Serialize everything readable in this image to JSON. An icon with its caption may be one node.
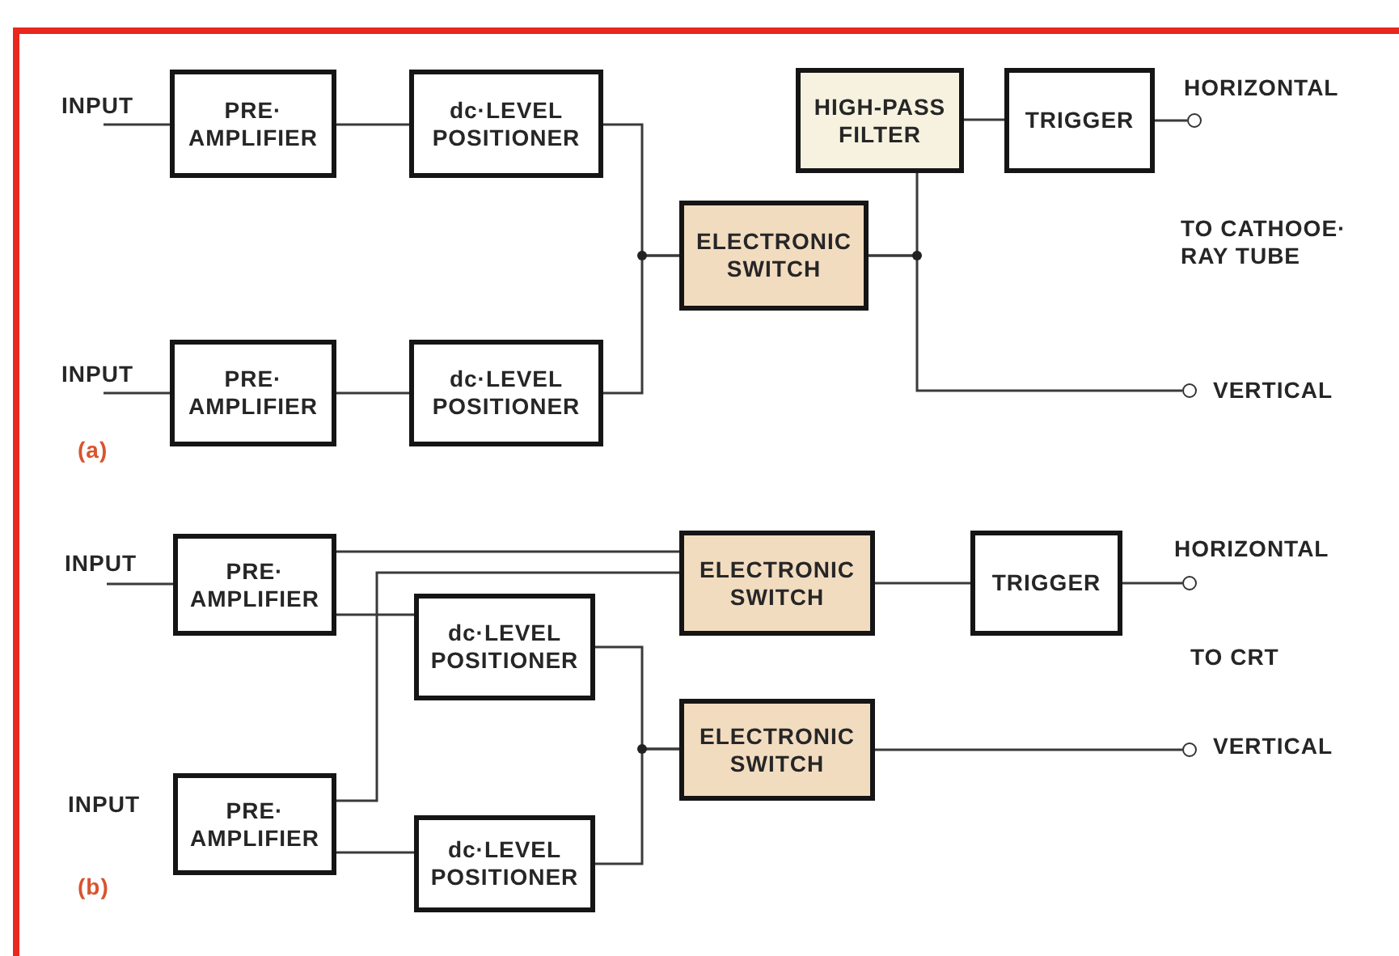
{
  "diagram": {
    "nodes": [
      {
        "text": [
          "INPUT"
        ]
      },
      {
        "text": [
          "PRE· AMPLIFIER"
        ]
      },
      {
        "text": [
          "dc·LEVEL POSITIONER"
        ]
      },
      {
        "text": [
          "INPUT"
        ]
      },
      {
        "text": [
          "PRE· AMPLIFIER"
        ]
      },
      {
        "text": [
          "dc·LEVEL POSITIONER"
        ]
      },
      {
        "text": [
          "ELECTRONIC SWITCH"
        ]
      },
      {
        "text": [
          "HIGH-PASS FILTER"
        ]
      },
      {
        "text": [
          "TRIGGER"
        ]
      },
      {
        "text": [],
        "shape": "circle",
        "beside": [
          "HORIZONTAL"
        ]
      },
      {
        "text": [],
        "shape": "circle",
        "beside": [
          "VERTICAL"
        ]
      },
      {
        "text": [
          "INPUT"
        ]
      },
      {
        "text": [
          "PRE· AMPLIFIER"
        ]
      },
      {
        "text": [
          "ELECTRONIC SWITCH"
        ]
      },
      {
        "text": [
          "TRIGGER"
        ]
      },
      {
        "text": [],
        "shape": "circle",
        "beside": [
          "HORIZONTAL"
        ]
      },
      {
        "text": [
          "dc·LEVEL POSITIONER"
        ]
      },
      {
        "text": [
          "ELECTRONIC SWITCH"
        ]
      },
      {
        "text": [],
        "shape": "circle",
        "beside": [
          "VERTICAL"
        ]
      },
      {
        "text": [
          "INPUT"
        ]
      },
      {
        "text": [
          "PRE· AMPLIFIER"
        ]
      },
      {
        "text": [
          "dc·LEVEL POSITIONER"
        ]
      }
    ],
    "edges": [
      {
        "from": 0,
        "to": 1,
        "arrow": "none"
      },
      {
        "from": 1,
        "to": 2,
        "arrow": "none"
      },
      {
        "from": 2,
        "to": 6,
        "arrow": "none"
      },
      {
        "from": 3,
        "to": 4,
        "arrow": "none"
      },
      {
        "from": 4,
        "to": 5,
        "arrow": "none"
      },
      {
        "from": 5,
        "to": 6,
        "arrow": "none"
      },
      {
        "from": 6,
        "to": 7,
        "arrow": "none"
      },
      {
        "from": 7,
        "to": 8,
        "arrow": "none"
      },
      {
        "from": 8,
        "to": 9,
        "arrow": "none"
      },
      {
        "from": 6,
        "to": 10,
        "arrow": "none"
      },
      {
        "from": 11,
        "to": 12,
        "arrow": "none"
      },
      {
        "from": 12,
        "to": 13,
        "arrow": "none"
      },
      {
        "from": 12,
        "to": 16,
        "arrow": "none"
      },
      {
        "from": 20,
        "to": 13,
        "arrow": "none"
      },
      {
        "from": 20,
        "to": 21,
        "arrow": "none"
      },
      {
        "from": 16,
        "to": 17,
        "arrow": "none"
      },
      {
        "from": 21,
        "to": 17,
        "arrow": "none"
      },
      {
        "from": 13,
        "to": 14,
        "arrow": "none"
      },
      {
        "from": 14,
        "to": 15,
        "arrow": "none"
      },
      {
        "from": 17,
        "to": 18,
        "arrow": "none"
      }
    ],
    "labels": [
      "TO CATHOOE· RAY TUBE",
      "(a)",
      "TO CRT",
      "(b)"
    ]
  }
}
